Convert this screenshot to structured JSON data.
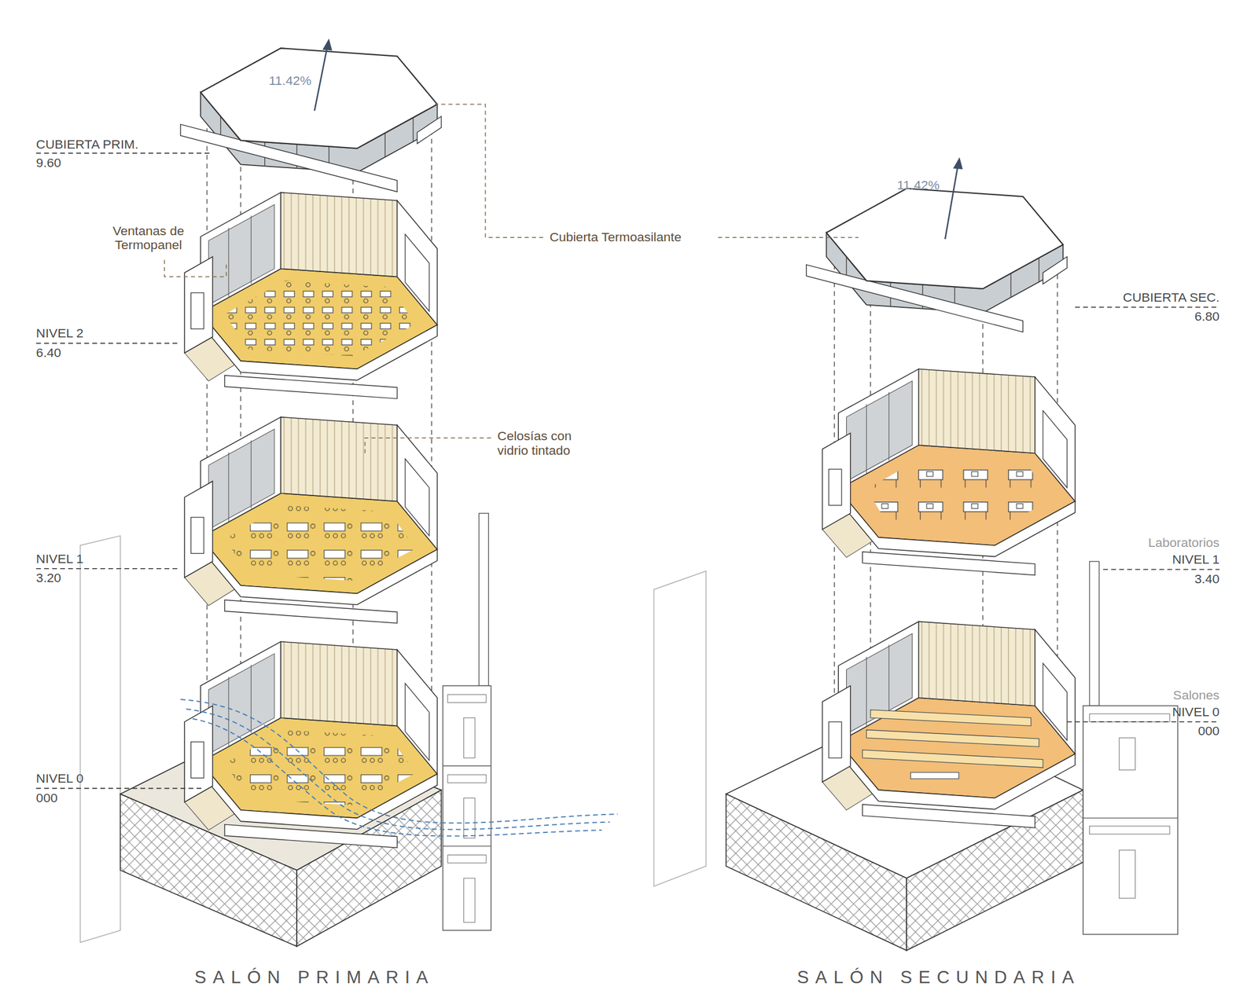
{
  "diagram": {
    "labels": [
      "11.42%",
      "CUBIERTA PRIM.",
      "9.60",
      "Cubierta Termoasilante",
      "11.42%",
      "Ventanas de Termopanel",
      "CUBIERTA SEC.",
      "6.80",
      "NIVEL 2",
      "6.40",
      "Celosías con vidrio tintado",
      "Laboratorios",
      "NIVEL 1",
      "3.40",
      "NIVEL 1",
      "3.20",
      "Salones",
      "NIVEL 0",
      "000",
      "NIVEL 0",
      "000",
      "SALÓN PRIMARIA",
      "SALÓN SECUNDARIA"
    ]
  }
}
